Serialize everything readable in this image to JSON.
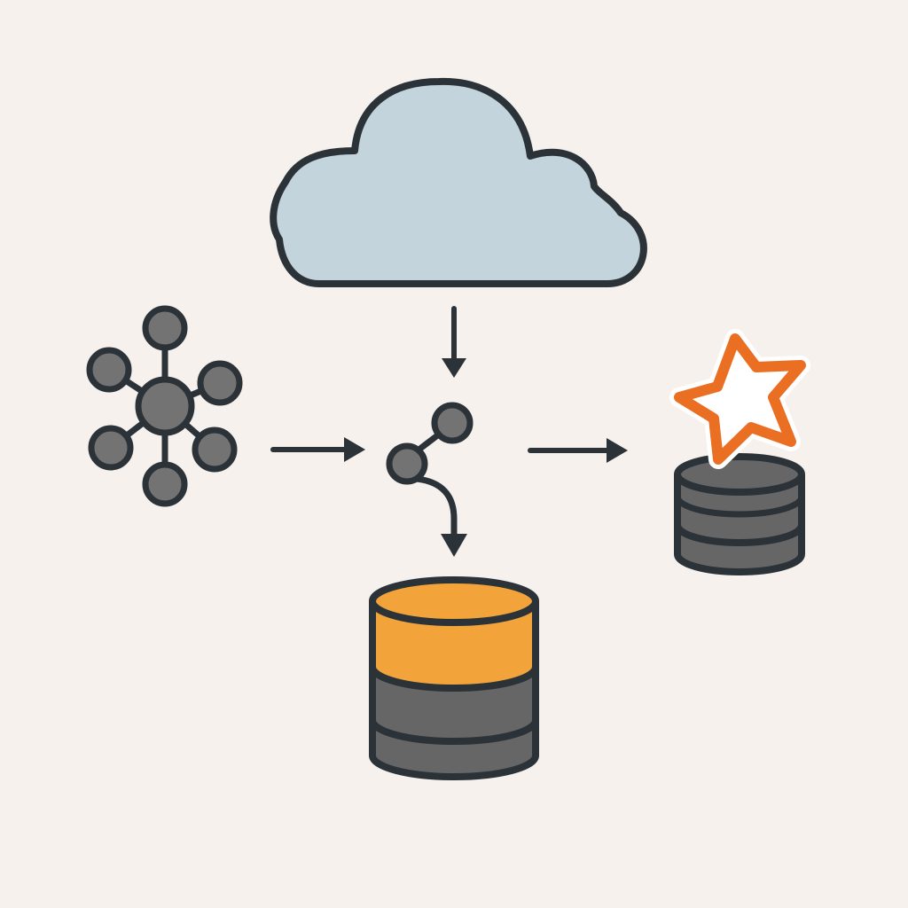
{
  "diagram": {
    "nodes": [
      {
        "id": "cloud",
        "icon": "cloud-icon"
      },
      {
        "id": "source-network",
        "icon": "network-hub-icon"
      },
      {
        "id": "processor",
        "icon": "branch-merge-icon"
      },
      {
        "id": "primary-store",
        "icon": "database-icon"
      },
      {
        "id": "featured-store",
        "icon": "starred-database-icon"
      }
    ],
    "edges": [
      {
        "from": "cloud",
        "to": "processor"
      },
      {
        "from": "source-network",
        "to": "processor"
      },
      {
        "from": "processor",
        "to": "primary-store"
      },
      {
        "from": "processor",
        "to": "featured-store"
      }
    ]
  },
  "colors": {
    "background": "#f6f1ec",
    "outline": "#2b3238",
    "cloud_fill": "#c3d4dc",
    "node_fill": "#737373",
    "db_gray": "#666666",
    "db_accent": "#f2a33a",
    "star": "#ea6f23"
  }
}
